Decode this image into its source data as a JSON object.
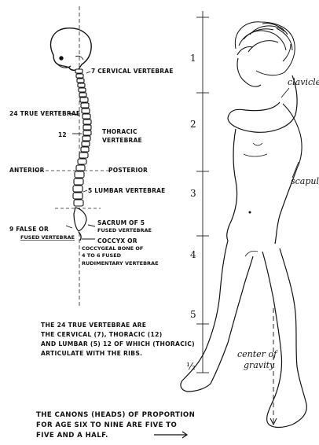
{
  "spine": {
    "cervical": "7 CERVICAL VERTEBRAE",
    "true_vertebrae": "24 TRUE VERTEBRAE",
    "thoracic_num": "12",
    "thoracic_line1": "THORACIC",
    "thoracic_line2": "VERTEBRAE",
    "anterior": "ANTERIOR",
    "posterior": "POSTERIOR",
    "lumbar": "5 LUMBAR VERTEBRAE",
    "false_line1": "9 FALSE OR",
    "false_line2": "FUSED VERTEBRAE",
    "sacrum_line1": "SACRUM OF 5",
    "sacrum_line2": "FUSED VERTEBRAE",
    "coccyx_line1": "COCCYX OR",
    "coccyx_line2": "COCCYGEAL BONE OF",
    "coccyx_line3": "4 TO 6 FUSED",
    "coccyx_line4": "RUDIMENTARY VERTEBRAE"
  },
  "figure": {
    "clavicle": "clavicle",
    "scapula": "scapula",
    "center_line1": "center of",
    "center_line2": "gravity",
    "head_units": [
      "1",
      "2",
      "3",
      "4",
      "5"
    ],
    "half_unit": "½"
  },
  "note": {
    "line1": "THE 24 TRUE VERTEBRAE ARE",
    "line2": "THE CERVICAL (7), THORACIC (12)",
    "line3": "AND LUMBAR (5) 12 OF WHICH (THORACIC)",
    "line4": "ARTICULATE WITH THE RIBS."
  },
  "footer": {
    "line1": "THE CANONS (HEADS) OF PROPORTION",
    "line2": "FOR AGE SIX TO NINE ARE FIVE TO",
    "line3": "FIVE AND A HALF."
  }
}
